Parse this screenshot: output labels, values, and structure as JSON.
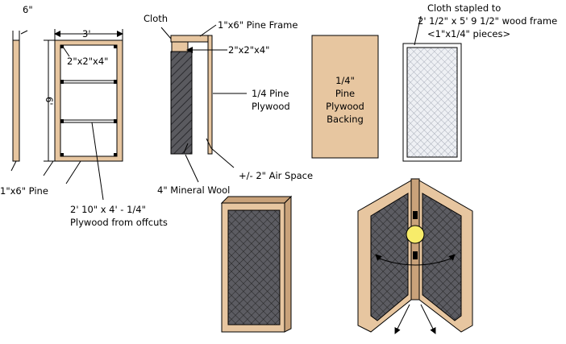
{
  "labels": {
    "side_width": "6\"",
    "front_width": "3'",
    "height": "6'",
    "spacer": "2\"x2\"x4\"",
    "side_pine": "1\"x6\" Pine",
    "plywood_offcuts_1": "2' 10\" x 4' - 1/4\"",
    "plywood_offcuts_2": "Plywood from offcuts",
    "cloth": "Cloth",
    "pine_frame": "1\"x6\" Pine Frame",
    "section_spacer": "2\"x2\"x4\"",
    "pine_plywood_1": "1/4 Pine",
    "pine_plywood_2": "Plywood",
    "mineral_wool": "4\" Mineral Wool",
    "air_space": "+/- 2\" Air Space",
    "backing_1": "1/4\"",
    "backing_2": "Pine",
    "backing_3": "Plywood",
    "backing_4": "Backing",
    "stapled_1": "Cloth stapled to",
    "stapled_2": "2' 1/2\" x 5' 9 1/2\" wood frame",
    "stapled_3": "<1\"x1/4\" pieces>"
  },
  "colors": {
    "wood": "#e7c6a0",
    "wood_dark": "#c9a27a",
    "cloth_light": "#dfe3ea",
    "cloth_dark": "#55555a",
    "light": "#f7ec6a"
  }
}
